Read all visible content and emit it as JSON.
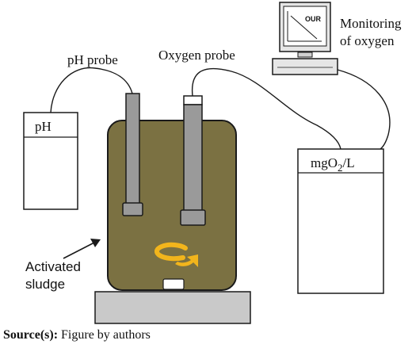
{
  "labels": {
    "ph_probe": "pH probe",
    "oxygen_probe": "Oxygen probe",
    "monitoring_line1": "Monitoring",
    "monitoring_line2": "of oxygen",
    "ph_meter": "pH",
    "oxygen_meter_prefix": "mgO",
    "oxygen_meter_sub": "2",
    "oxygen_meter_suffix": "/L",
    "screen_text": "OUR",
    "activated_line1": "Activated",
    "activated_line2": "sludge"
  },
  "caption": {
    "source_label": "Source(s):",
    "source_text": " Figure by authors"
  },
  "colors": {
    "sludge_fill": "#7b7142",
    "tank_outline": "#1a1a1a",
    "probe_fill": "#9a9a9a",
    "base_fill": "#c9c9c9",
    "stir_arrow": "#f2b51c",
    "line": "#1a1a1a"
  },
  "icons": {
    "monitor": "computer-monitor-icon",
    "stir_arrow": "rotation-arrow-icon",
    "pointer_arrow": "pointer-arrow-icon"
  }
}
